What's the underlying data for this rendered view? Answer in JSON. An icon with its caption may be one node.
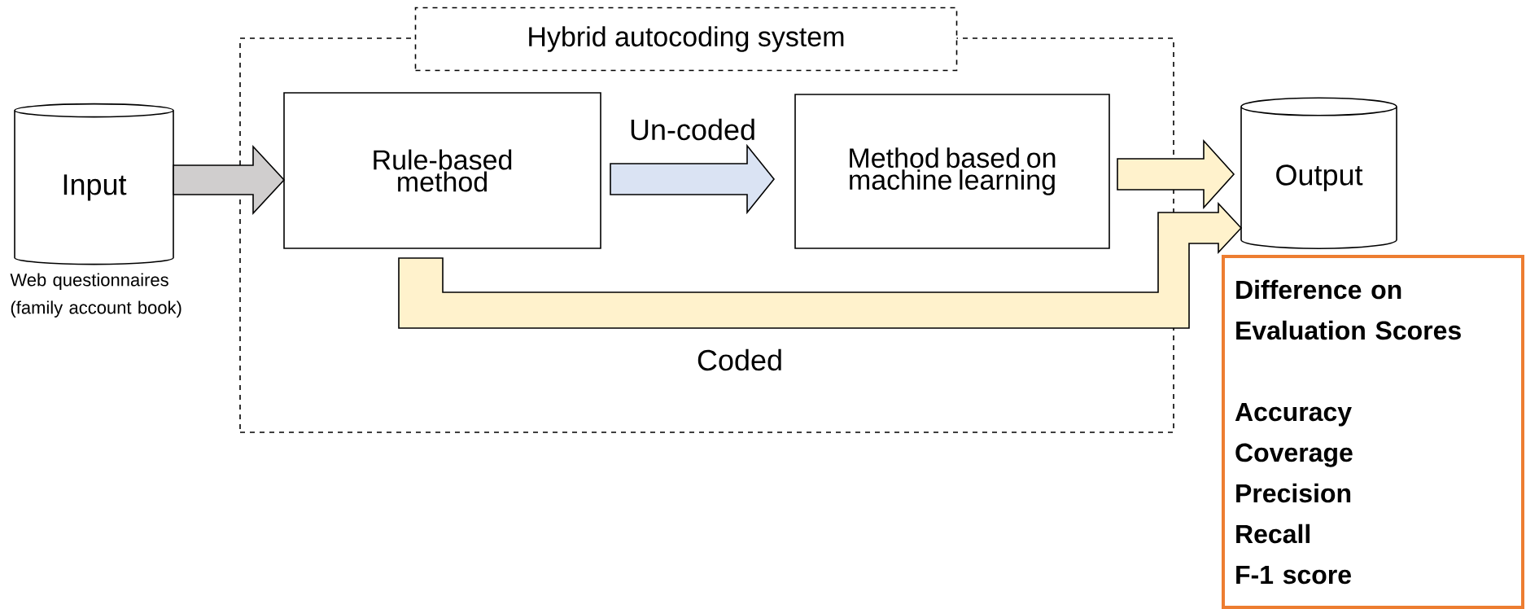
{
  "diagram": {
    "nodes": [
      {
        "text": [
          "Hybrid autocoding system"
        ]
      },
      {
        "text": [
          "Input"
        ],
        "beside": [
          "Web questionnaires (family account book)"
        ]
      },
      {
        "text": [
          "Rule-based method"
        ],
        "in": 0
      },
      {
        "text": [
          "Method based on machine learning"
        ],
        "in": 0
      },
      {
        "text": [
          "Output"
        ]
      },
      {
        "text": [
          "Difference on Evaluation Scores",
          "Accuracy",
          "Coverage",
          "Precision",
          "Recall",
          "F-1 score"
        ]
      }
    ],
    "edges": [
      {
        "from": 1,
        "to": 2,
        "arrow": "to",
        "color": "#d0cece"
      },
      {
        "from": 2,
        "to": 3,
        "arrow": "to",
        "label": "Un-coded",
        "color": "#dae3f3"
      },
      {
        "from": 3,
        "to": 4,
        "arrow": "to",
        "color": "#fff2cc"
      },
      {
        "from": 2,
        "to": 4,
        "arrow": "to",
        "label": "Coded",
        "color": "#fff2cc"
      }
    ]
  }
}
